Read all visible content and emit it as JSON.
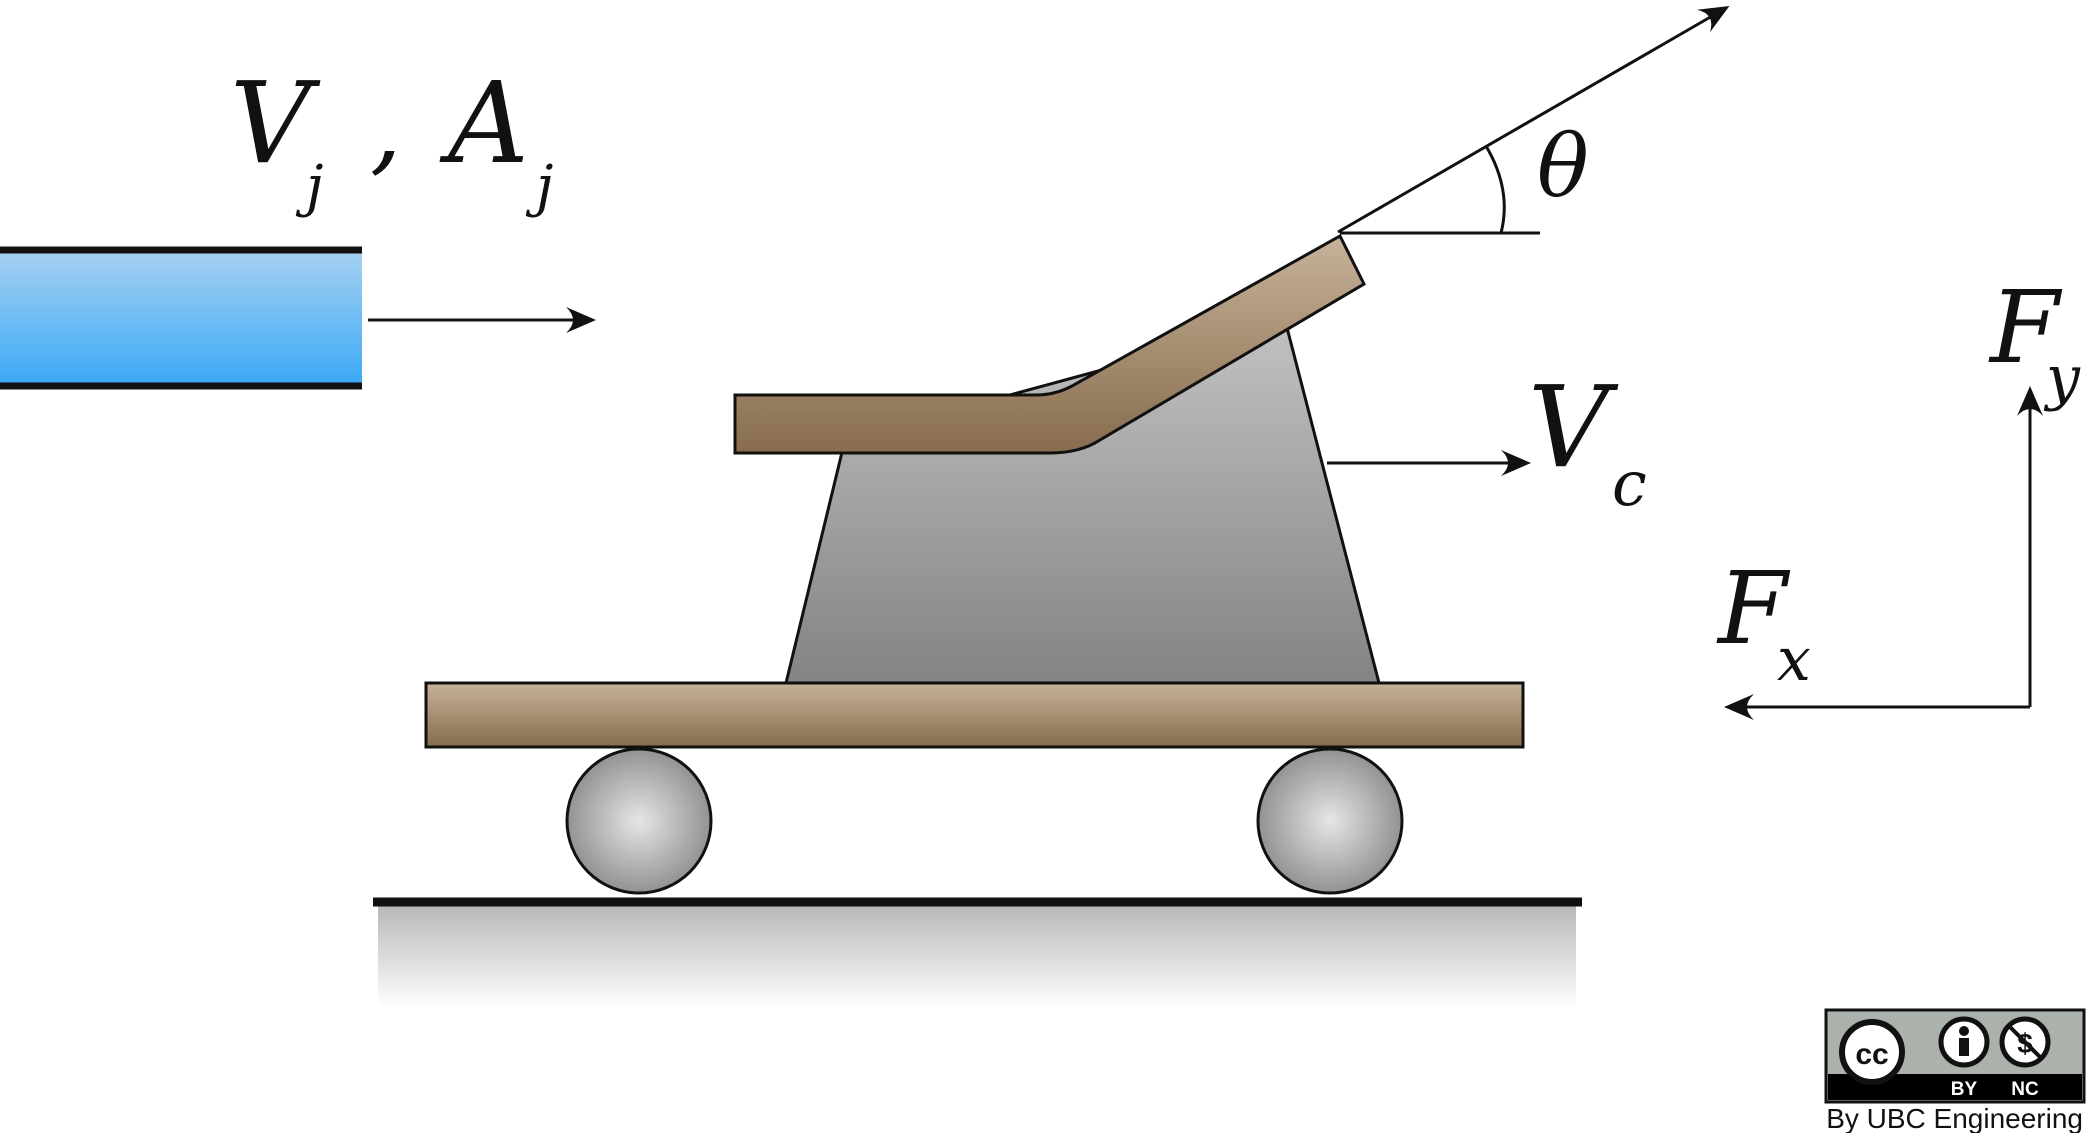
{
  "diagram": {
    "labels": {
      "jet_velocity": "V",
      "jet_velocity_sub": "j",
      "jet_area": "A",
      "jet_area_sub": "j",
      "separator": ",",
      "angle": "θ",
      "cart_velocity": "V",
      "cart_velocity_sub": "c",
      "force_x": "F",
      "force_x_sub": "x",
      "force_y": "F",
      "force_y_sub": "y"
    },
    "angle_deg": 30
  },
  "license": {
    "cc": "cc",
    "by": "BY",
    "nc": "NC",
    "credit": "By UBC Engineering"
  },
  "colors": {
    "water_top": "#a6d2f2",
    "water_bottom": "#3aa8f5",
    "wood_light": "#c7b29a",
    "wood_dark": "#876c4d",
    "block_light": "#bdbdbd",
    "block_dark": "#858585",
    "line": "#111111"
  }
}
